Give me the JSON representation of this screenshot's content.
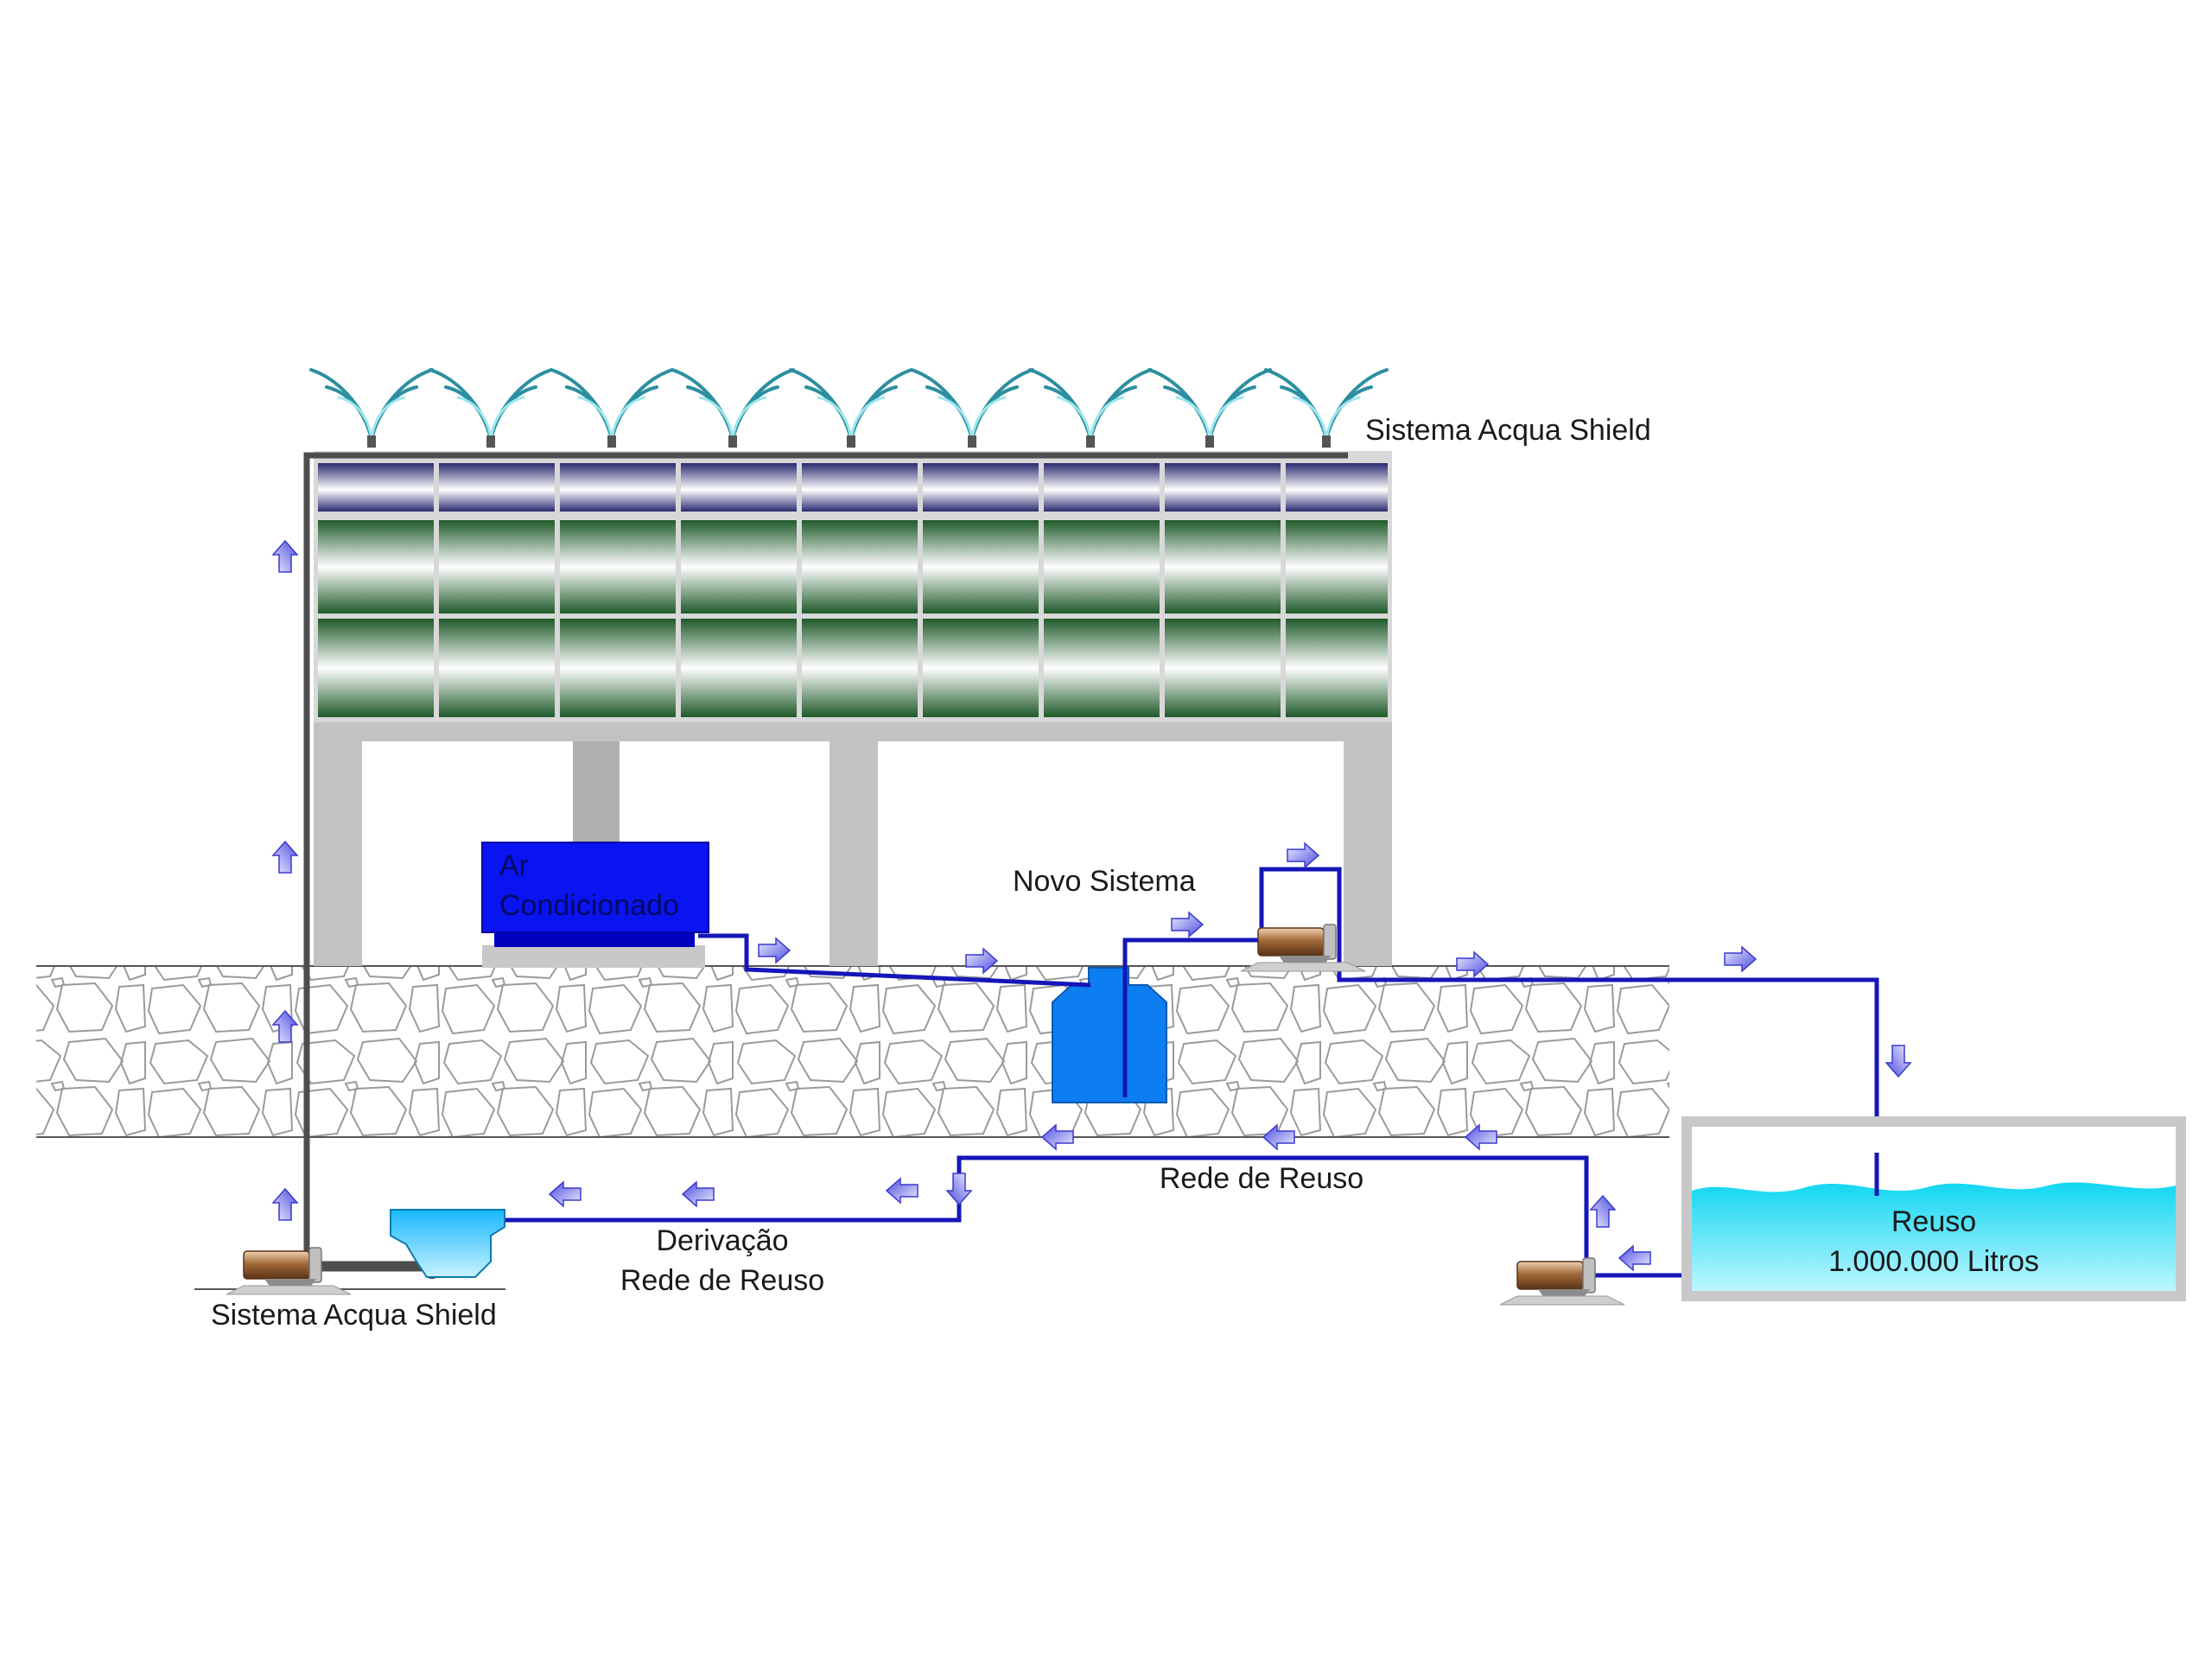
{
  "labels": {
    "acqua_top": "Sistema Acqua Shield",
    "acqua_bottom": "Sistema Acqua Shield",
    "ac_line1": "Ar",
    "ac_line2": "Condicionado",
    "novo": "Novo Sistema",
    "rede_reuso": "Rede de Reuso",
    "derivacao_line1": "Derivação",
    "derivacao_line2": "Rede de Reuso",
    "reuso_line1": "Reuso",
    "reuso_line2": "1.000.000 Litros"
  },
  "colors": {
    "pipe": "#1616b8",
    "supply_pipe": "#4d4d4d",
    "coil": "#1f5a2a",
    "coil_top": "#2a2a70",
    "ac_unit": "#0a14f0",
    "novo_tank": "#0d7ef2",
    "water": "#12d6f2",
    "spray": "#2c8fa0",
    "arrow": "#5454e0",
    "pump": "#a36a3a"
  },
  "icons": {
    "spray": "spray-nozzle-icon",
    "pump": "pump-icon",
    "arrow": "flow-arrow-icon"
  }
}
